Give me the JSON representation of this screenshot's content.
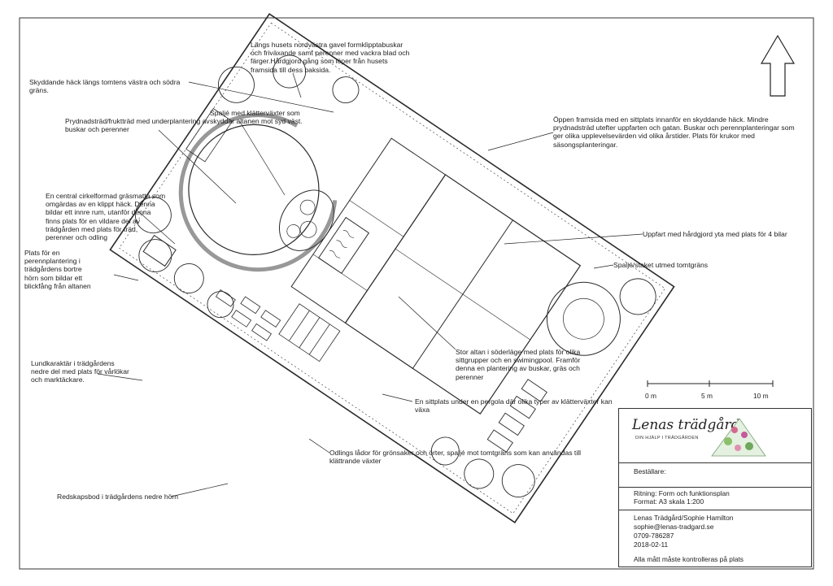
{
  "annotations": {
    "hedge": [
      "Skyddande häck längs tomtens västra och södra gräns."
    ],
    "north_gable": [
      "Längs husets nordvästra gavel formklipptabuskar",
      "och friväxande samt perenner med vackra blad och",
      "färger.Hårdgjord gång som löper från husets",
      "framsida till dess baksida."
    ],
    "ornamental_tree": [
      "Prydnadsträd/fruktträd med underplantering av",
      "buskar och perenner"
    ],
    "trellis_climbers": [
      "Spaljé med klätterväxter som",
      "skyddar altanen mot syd väst."
    ],
    "open_front": [
      "Öppen framsida med en sittplats innanför en skyddande häck. Mindre",
      "prydnadsträd utefter uppfarten och gatan. Buskar och perennplanteringar som",
      "ger olika upplevelsevärden vid olika årstider. Plats för krukor med",
      "säsongsplanteringar."
    ],
    "circular_lawn": [
      "En central cirkelformad gräsmatta som",
      "omgärdas av en klippt häck. Denna",
      "bildar ett innre rum, utanför denna",
      "finns plats för en vildare del av",
      "trädgården med plats för träd,",
      "perenner och odling"
    ],
    "driveway": [
      "Uppfart med hårdgjord yta med plats för 4 bilar"
    ],
    "fence": [
      "Spaljé/staket utmed tomtgräns"
    ],
    "perennial_corner": [
      "Plats för en",
      "perennplantering i",
      "trädgårdens bortre",
      "hörn som bildar ett",
      "blickfång från altanen"
    ],
    "grove": [
      "Lundkaraktär i trädgårdens",
      "nedre del med plats för vårlökar",
      "och marktäckare."
    ],
    "large_deck": [
      "Stor altan i söderläge med plats för olika",
      "sittgrupper och en swimingpool. Framför",
      "denna en plantering av buskar, gräs och",
      "perenner"
    ],
    "pergola": [
      "En sittplats under en pergola där olika typer av klätterväxter kan växa"
    ],
    "growing_boxes": [
      "Odlings lådor för grönsaker och örter, spaljé mot tomtgräns som kan användas till",
      "klättrande växter"
    ],
    "tool_shed": [
      "Redskapsbod i trädgårdens nedre hörn"
    ]
  },
  "scale_bar": {
    "labels": [
      "0 m",
      "5 m",
      "10 m"
    ]
  },
  "title_block": {
    "logo_name": "Lenas trädgård",
    "logo_tagline": "DIN HJÄLP I TRÄDGÅRDEN",
    "client_label": "Beställare:",
    "drawing": "Ritning: Form och funktionsplan",
    "format": "Format: A3  skala 1:200",
    "company": "Lenas Trädgård/Sophie Hamilton",
    "email": "sophie@lenas-tradgard.se",
    "phone": "0709-786287",
    "date": "2018-02-11",
    "note": "Alla mått måste kontrolleras på plats"
  }
}
